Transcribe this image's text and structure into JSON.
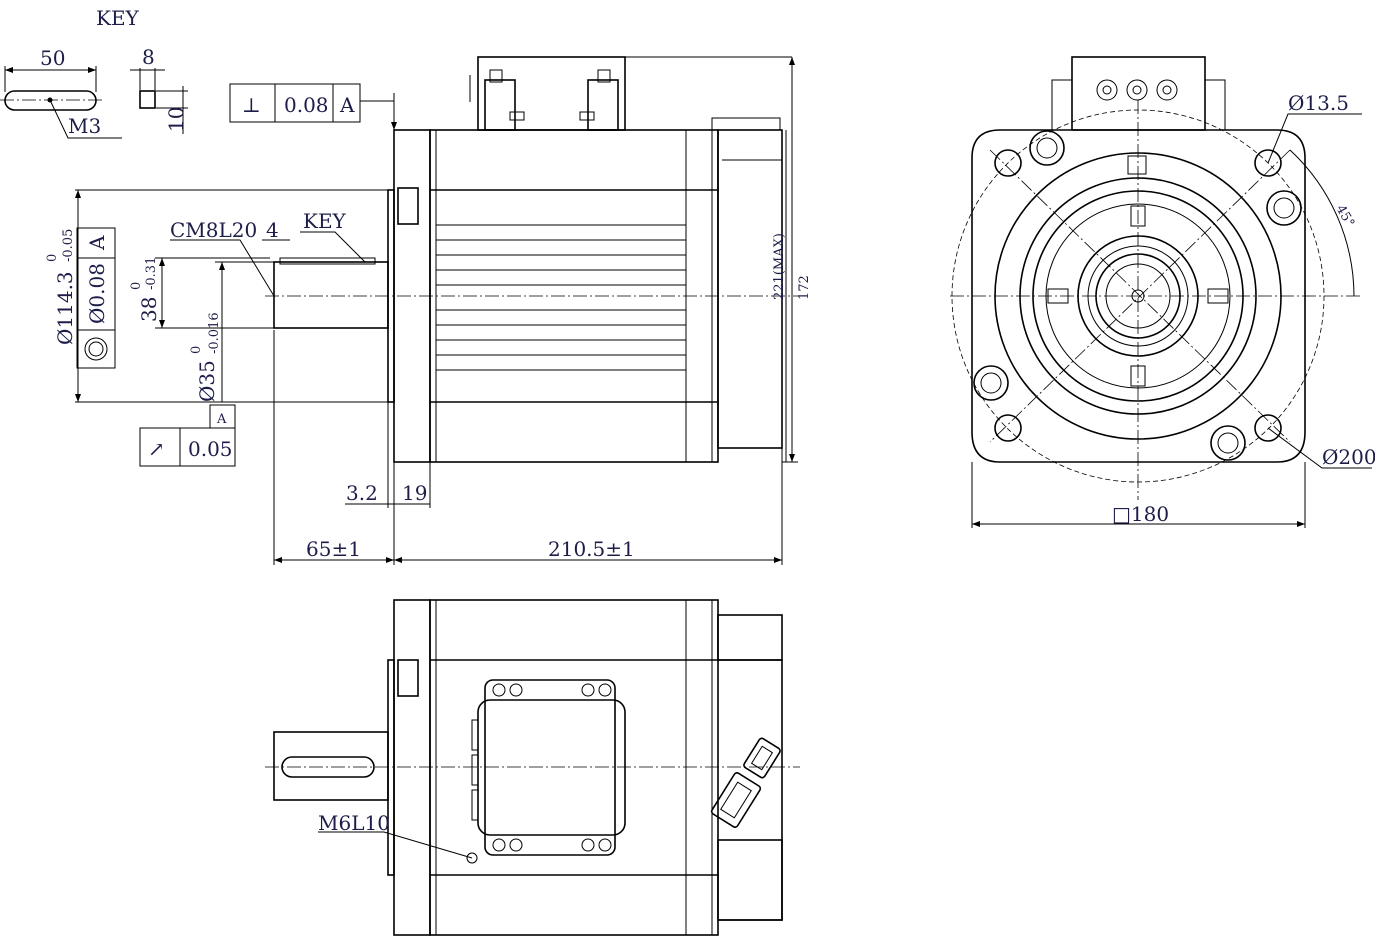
{
  "key_detail": {
    "title": "KEY",
    "length": "50",
    "width": "8",
    "height": "10",
    "thread": "M3"
  },
  "perpendicularity": {
    "symbol": "⊥",
    "value": "0.08",
    "datum": "A"
  },
  "side_view": {
    "center_drill": "CM8L20",
    "key_offset": "4",
    "key_label": "KEY",
    "pilot_dia": "Ø114.3",
    "pilot_tol_upper": "0",
    "pilot_tol_lower": "-0.05",
    "concentricity": {
      "symbol": "◎",
      "value": "Ø0.08",
      "datum": "A"
    },
    "key_height": "38",
    "key_height_tol_upper": "0",
    "key_height_tol_lower": "-0.31",
    "shaft_dia": "Ø35",
    "shaft_tol_upper": "0",
    "shaft_tol_lower": "-0.016",
    "runout": {
      "symbol": "↗",
      "value": "0.05",
      "datum": "A"
    },
    "flange_thk": "3.2",
    "flange_width": "19",
    "shaft_length": "65±1",
    "body_length": "210.5±1",
    "height_max": "221(MAX)",
    "height2": "172"
  },
  "front_view": {
    "hole_dia": "Ø13.5",
    "angle": "45°",
    "pcd": "Ø200",
    "square": "□180"
  },
  "bottom_view": {
    "thread": "M6L10"
  }
}
